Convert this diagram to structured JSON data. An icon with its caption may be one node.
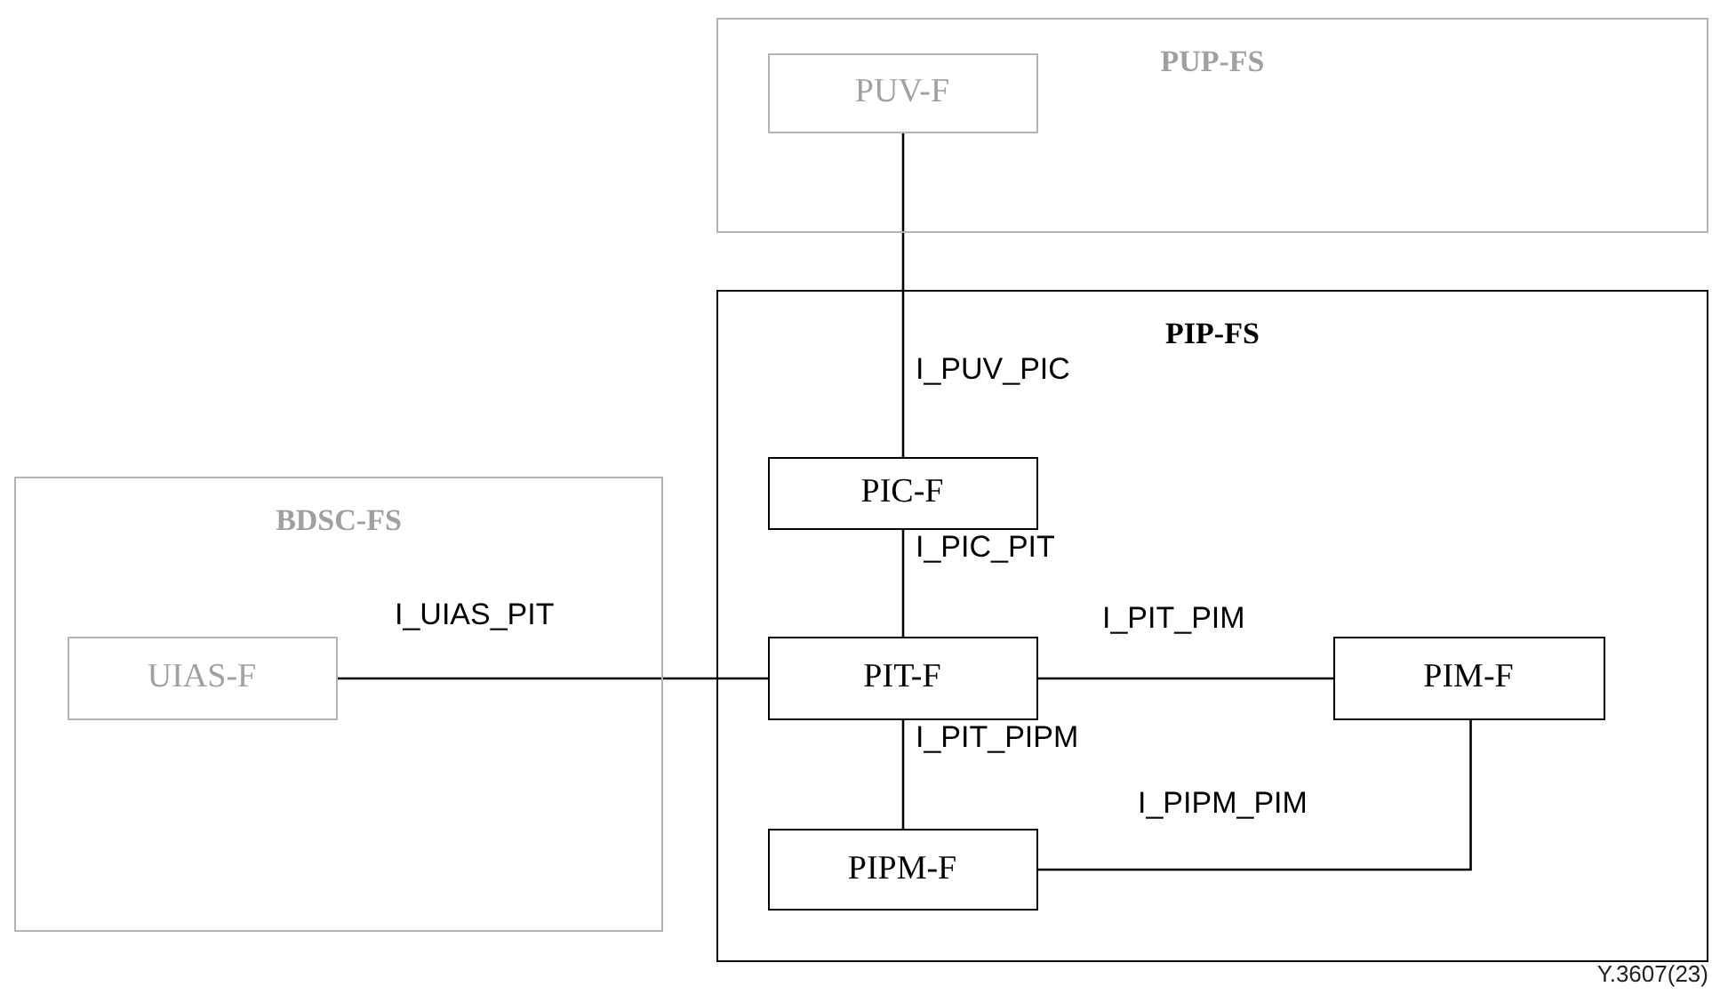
{
  "diagram": {
    "nodes": [
      {
        "text": [
          "PUP-FS"
        ]
      },
      {
        "text": [
          "PUV-F"
        ],
        "in": 0
      },
      {
        "text": [
          "PIP-FS"
        ]
      },
      {
        "text": [
          "PIC-F"
        ],
        "in": 2
      },
      {
        "text": [
          "PIT-F"
        ],
        "in": 2
      },
      {
        "text": [
          "PIM-F"
        ],
        "in": 2
      },
      {
        "text": [
          "PIPM-F"
        ],
        "in": 2
      },
      {
        "text": [
          "BDSC-FS"
        ]
      },
      {
        "text": [
          "UIAS-F"
        ],
        "in": 7
      }
    ],
    "edges": [
      {
        "from": 1,
        "to": 3,
        "arrow": "none",
        "label": "I_PUV_PIC"
      },
      {
        "from": 3,
        "to": 4,
        "arrow": "none",
        "label": "I_PIC_PIT"
      },
      {
        "from": 8,
        "to": 4,
        "arrow": "none",
        "label": "I_UIAS_PIT"
      },
      {
        "from": 4,
        "to": 5,
        "arrow": "none",
        "label": "I_PIT_PIM"
      },
      {
        "from": 4,
        "to": 6,
        "arrow": "none",
        "label": "I_PIT_PIPM"
      },
      {
        "from": 6,
        "to": 5,
        "arrow": "none",
        "label": "I_PIPM_PIM"
      }
    ],
    "labels": [
      "Y.3607(23)"
    ]
  }
}
